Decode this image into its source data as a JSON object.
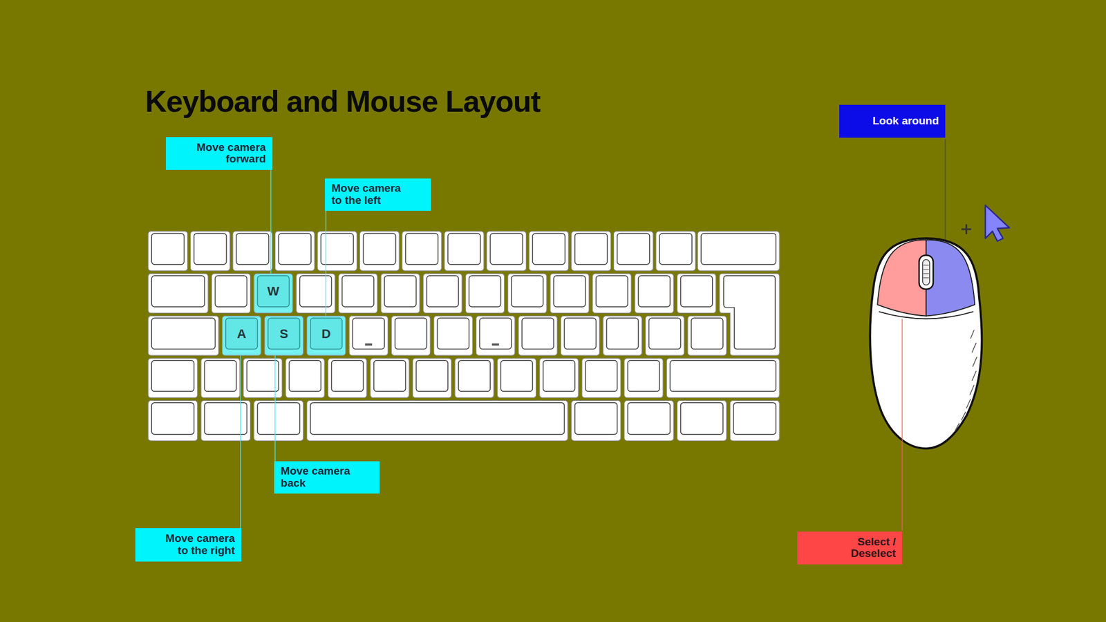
{
  "diagram": {
    "title": "Keyboard and Mouse Layout",
    "nodes": [
      {
        "text": [
          "Move camera forward"
        ]
      },
      {
        "text": [
          "Move camera to the left"
        ]
      },
      {
        "text": [
          "Look around"
        ]
      },
      {
        "text": [
          "W"
        ]
      },
      {
        "text": [
          "A"
        ]
      },
      {
        "text": [
          "S"
        ]
      },
      {
        "text": [
          "D"
        ]
      },
      {
        "text": [
          "Move camera back"
        ]
      },
      {
        "text": [
          "Move camera to the right"
        ]
      },
      {
        "text": [
          "Select / Deselect"
        ]
      }
    ],
    "edges": [
      {
        "from": 0,
        "to": 3,
        "arrow": "none"
      },
      {
        "from": 1,
        "to": 6,
        "arrow": "none"
      },
      {
        "from": 7,
        "to": 5,
        "arrow": "none"
      },
      {
        "from": 8,
        "to": 4,
        "arrow": "none"
      }
    ]
  }
}
